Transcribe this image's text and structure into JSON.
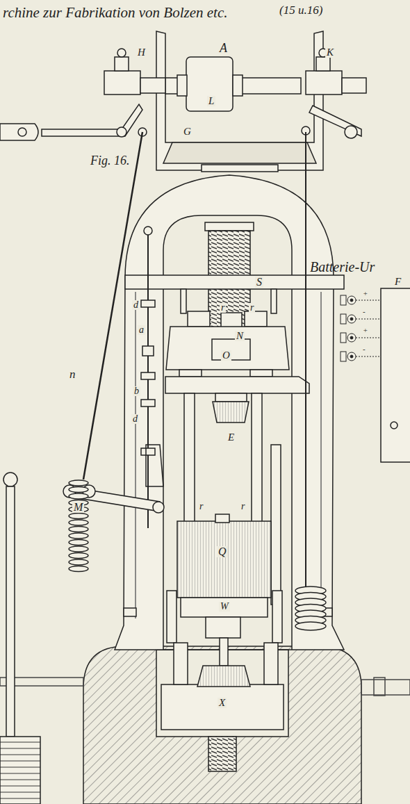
{
  "diagram": {
    "title": "rchine zur Fabrikation von Bolzen etc.",
    "labels": [
      "(15 u.16)",
      "A",
      "H",
      "K",
      "L",
      "G",
      "Fig. 16.",
      "n",
      "S",
      "r",
      "r",
      "N",
      "O",
      "d",
      "a",
      "b",
      "d",
      "E",
      "M",
      "r",
      "r",
      "Q",
      "W",
      "X",
      "Batterie-Ur",
      "F",
      "+",
      "-",
      "+",
      "-"
    ]
  }
}
